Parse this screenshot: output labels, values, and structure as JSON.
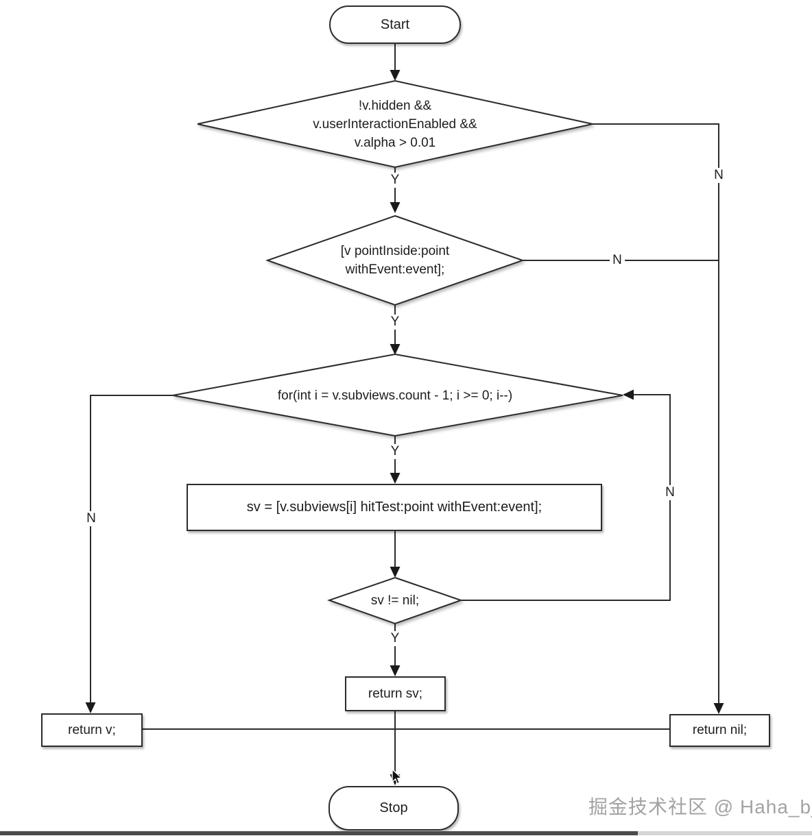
{
  "nodes": {
    "start": {
      "label": "Start"
    },
    "cond_visible": {
      "line1": "!v.hidden &&",
      "line2": "v.userInteractionEnabled &&",
      "line3": "v.alpha > 0.01"
    },
    "cond_point_inside": {
      "line1": "[v pointInside:point",
      "line2": "withEvent:event];"
    },
    "loop_subviews": {
      "label": "for(int i = v.subviews.count - 1; i >= 0; i--)"
    },
    "assign_hittest": {
      "label": "sv = [v.subviews[i] hitTest:point withEvent:event];"
    },
    "cond_sv_not_nil": {
      "label": "sv != nil;"
    },
    "return_sv": {
      "label": "return sv;"
    },
    "return_v": {
      "label": "return v;"
    },
    "return_nil": {
      "label": "return nil;"
    },
    "stop": {
      "label": "Stop"
    }
  },
  "edges": {
    "visible_yes": "Y",
    "visible_no": "N",
    "point_inside_yes": "Y",
    "point_inside_no": "N",
    "loop_yes": "Y",
    "loop_no": "N",
    "sv_not_nil_yes": "Y",
    "sv_not_nil_no": "N"
  },
  "watermark": "掘金技术社区 @ Haha_bj",
  "colors": {
    "stroke": "#2b2b2b",
    "shape_fill": "#ffffff",
    "watermark_text": "#a3a3a3",
    "bottom_bar_dark": "#4b4b4b",
    "bottom_bar_light": "#d6d6d6"
  }
}
